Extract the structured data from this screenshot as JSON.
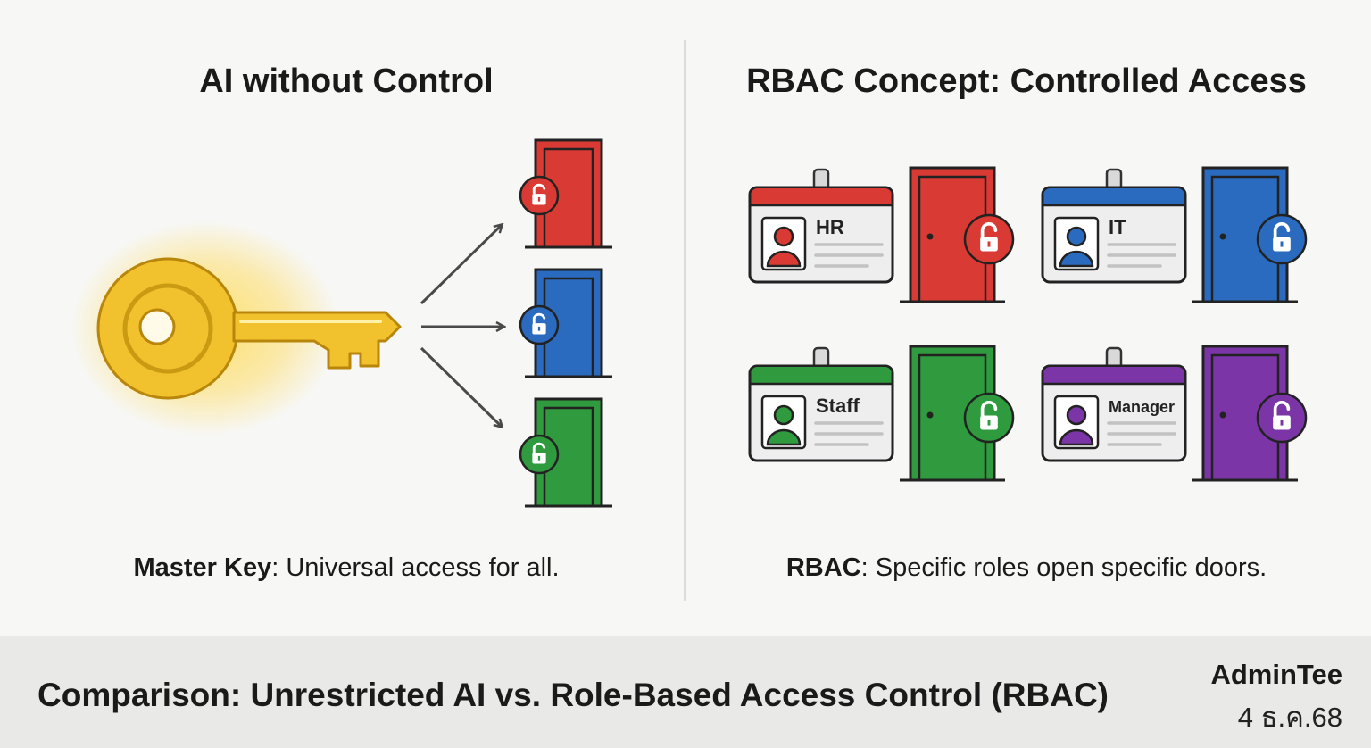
{
  "left_panel": {
    "title": "AI without Control",
    "caption_bold": "Master Key",
    "caption_rest": ": Universal access for all.",
    "doors": [
      {
        "color": "#d93a34",
        "state": "unlocked"
      },
      {
        "color": "#2b6bbf",
        "state": "unlocked"
      },
      {
        "color": "#2f9a3e",
        "state": "unlocked"
      }
    ],
    "key_color": "#f2c12e",
    "key_glow": "#ffd84d"
  },
  "right_panel": {
    "title": "RBAC Concept: Controlled Access",
    "caption_bold": "RBAC",
    "caption_rest": ": Specific roles open specific doors.",
    "roles": [
      {
        "label": "HR",
        "color": "#d93a34"
      },
      {
        "label": "IT",
        "color": "#2b6bbf"
      },
      {
        "label": "Staff",
        "color": "#2f9a3e"
      },
      {
        "label": "Manager",
        "color": "#7b35a6"
      }
    ]
  },
  "footer": {
    "title": "Comparison: Unrestricted AI vs. Role-Based Access Control (RBAC)",
    "author": "AdminTee",
    "date": "4 ธ.ค.68"
  }
}
